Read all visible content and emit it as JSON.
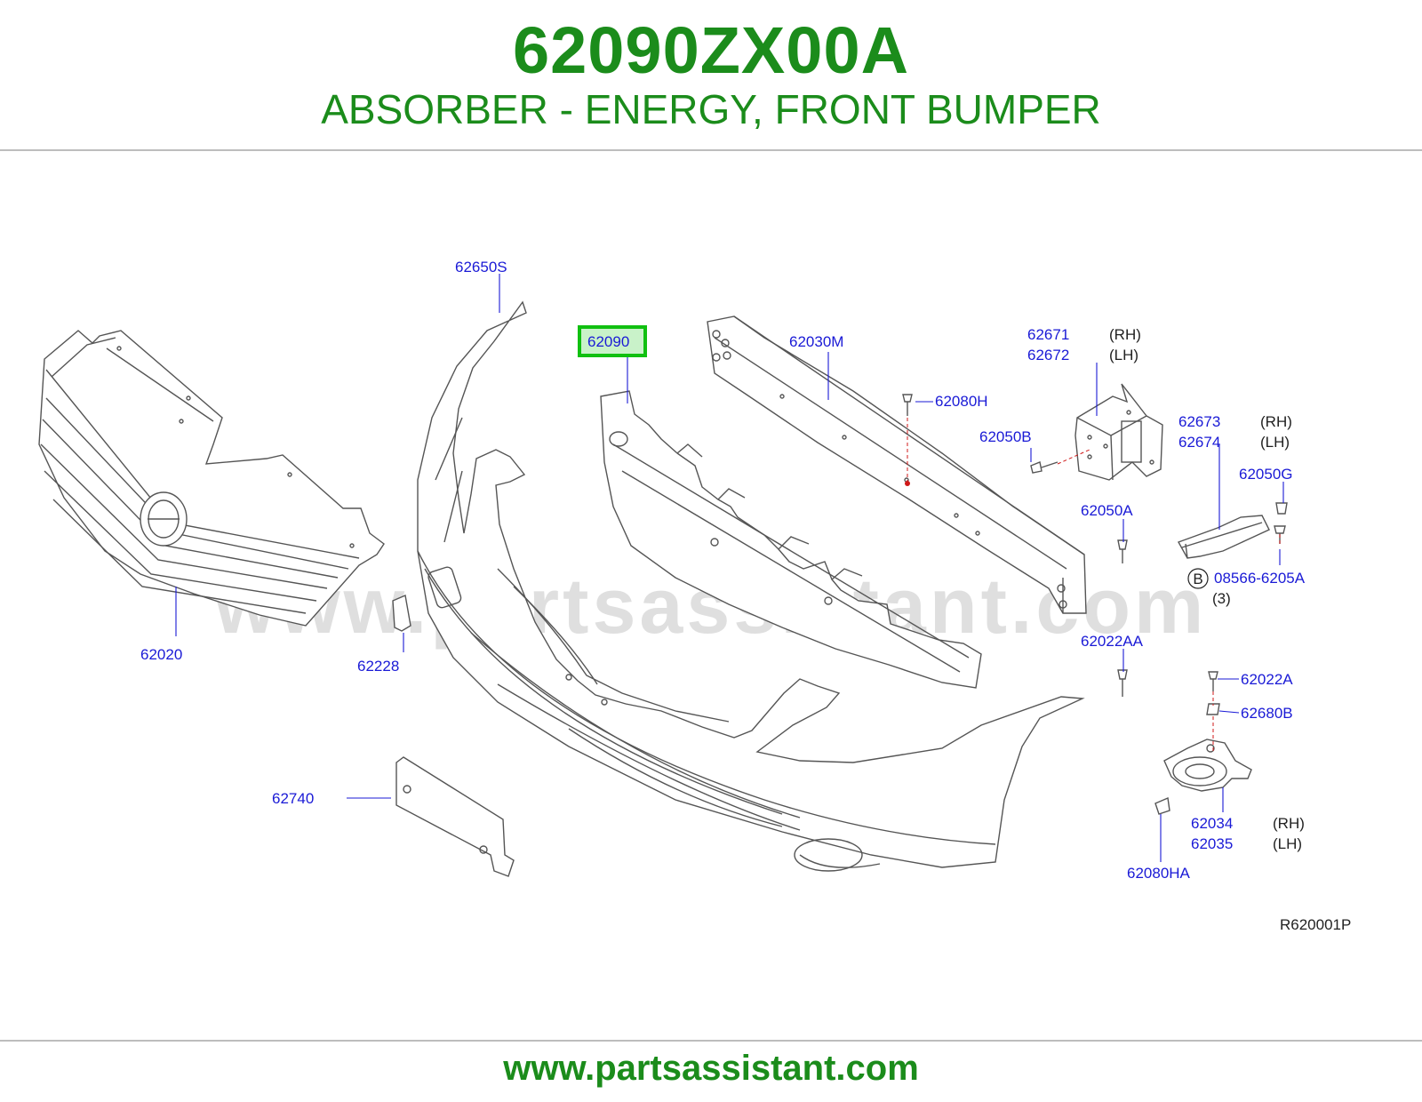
{
  "header": {
    "part_number": "62090ZX00A",
    "part_name": "ABSORBER - ENERGY, FRONT BUMPER"
  },
  "footer": {
    "url": "www.partsassistant.com"
  },
  "watermark": "www.partsassistant.com",
  "diagram": {
    "ref_code": "R620001P",
    "callouts": {
      "c62650S": "62650S",
      "c62090": "62090",
      "c62030M": "62030M",
      "c62671": "62671",
      "c62672": "62672",
      "c62080H": "62080H",
      "c62050B": "62050B",
      "c62673": "62673",
      "c62674": "62674",
      "c62050G": "62050G",
      "c62050A": "62050A",
      "c08566": "08566-6205A",
      "c62020": "62020",
      "c62228": "62228",
      "c62022AA": "62022AA",
      "c62022A": "62022A",
      "c62680B": "62680B",
      "c62740": "62740",
      "c62034": "62034",
      "c62035": "62035",
      "c62080HA": "62080HA"
    },
    "sides": {
      "rh": "(RH)",
      "lh": "(LH)"
    },
    "circle_letter": "B",
    "quantity": "(3)"
  },
  "colors": {
    "title_green": "#1b8c1b",
    "label_blue": "#1a1ad6",
    "highlight_green": "#10c010",
    "line_gray": "#555555"
  }
}
